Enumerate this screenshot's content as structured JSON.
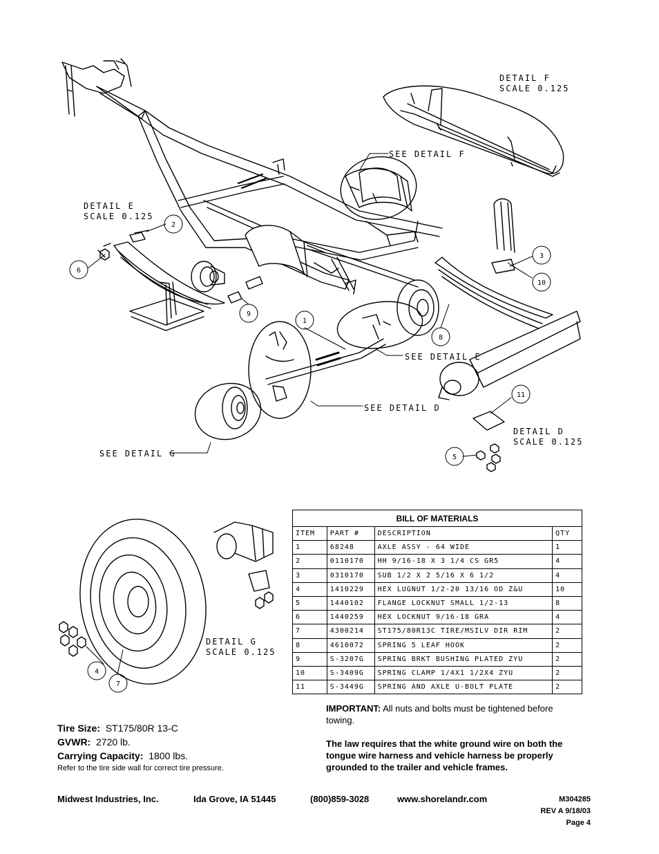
{
  "detail_labels": {
    "f_title": "DETAIL F",
    "f_scale": "SCALE 0.125",
    "e_title": "DETAIL E",
    "e_scale": "SCALE 0.125",
    "d_title": "DETAIL D",
    "d_scale": "SCALE 0.125",
    "g_title": "DETAIL G",
    "g_scale": "SCALE 0.125"
  },
  "callouts": {
    "see_f": "SEE DETAIL F",
    "see_e": "SEE DETAIL E",
    "see_d": "SEE DETAIL D",
    "see_g": "SEE DETAIL G"
  },
  "item_bubbles": [
    "1",
    "2",
    "3",
    "4",
    "5",
    "6",
    "7",
    "8",
    "9",
    "10",
    "11"
  ],
  "bom": {
    "title": "BILL OF MATERIALS",
    "headers": [
      "ITEM",
      "PART #",
      "DESCRIPTION",
      "QTY"
    ],
    "rows": [
      [
        "1",
        "68248",
        "AXLE ASSY - 64 WIDE",
        "1"
      ],
      [
        "2",
        "0110170",
        "HH 9/16-18 X 3 1/4 CS GR5",
        "4"
      ],
      [
        "3",
        "0310170",
        "SUB 1/2 X 2 5/16 X 6 1/2",
        "4"
      ],
      [
        "4",
        "1410229",
        "HEX LUGNUT 1/2-20 13/16 OD Z&U",
        "10"
      ],
      [
        "5",
        "1440102",
        "FLANGE LOCKNUT SMALL 1/2-13",
        "8"
      ],
      [
        "6",
        "1440259",
        "HEX LOCKNUT 9/16-18 GRA",
        "4"
      ],
      [
        "7",
        "4300214",
        "ST175/80R13C TIRE/MSILV DIR RIM",
        "2"
      ],
      [
        "8",
        "4610072",
        "SPRING 5 LEAF HOOK",
        "2"
      ],
      [
        "9",
        "S-3207G",
        "SPRING BRKT BUSHING PLATED ZYU",
        "2"
      ],
      [
        "10",
        "S-3409G",
        "SPRING CLAMP 1/4X1 1/2X4 ZYU",
        "2"
      ],
      [
        "11",
        "S-3449G",
        "SPRING AND AXLE U-BOLT PLATE",
        "2"
      ]
    ]
  },
  "specs": {
    "tire_label": "Tire Size:",
    "tire_value": "ST175/80R 13-C",
    "gvwr_label": "GVWR:",
    "gvwr_value": "2720 lb.",
    "capacity_label": "Carrying Capacity:",
    "capacity_value": "1800 lbs.",
    "note": "Refer to the tire side wall for correct tire pressure."
  },
  "important": {
    "label": "IMPORTANT:",
    "text": "All nuts and bolts must be tightened before towing.",
    "legal": "The law requires that the white ground wire on both the tongue wire harness and vehicle harness be properly grounded to the trailer and vehicle frames."
  },
  "footer": {
    "company": "Midwest Industries, Inc.",
    "city": "Ida Grove, IA 51445",
    "phone": "(800)859-3028",
    "website": "www.shorelandr.com",
    "doc_number": "M304285",
    "revision": "REV A 9/18/03",
    "page": "Page 4"
  }
}
